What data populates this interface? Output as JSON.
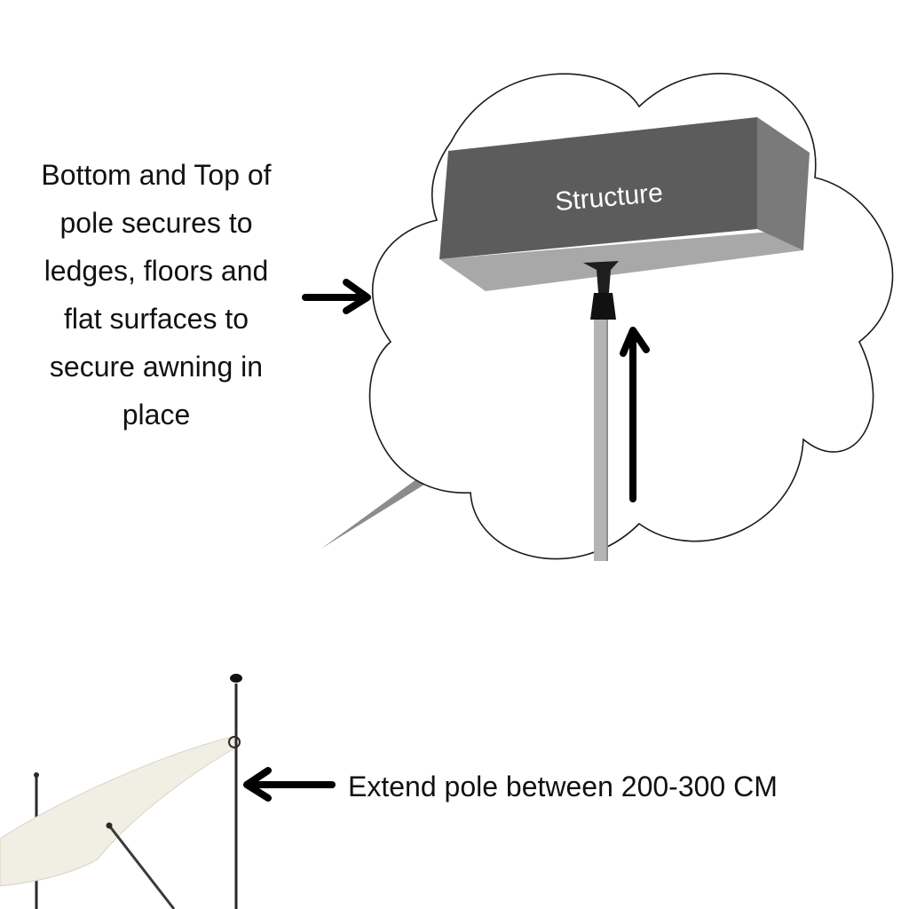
{
  "callout": {
    "structure_label": "Structure",
    "main_note_lines": [
      "Bottom and Top of",
      "pole secures to",
      "ledges, floors and",
      "flat surfaces to",
      "secure awning in",
      "place"
    ]
  },
  "pole_note": "Extend pole between 200-300 CM",
  "colors": {
    "structure_top": "#5c5c5c",
    "structure_bottom": "#a9a9a9",
    "pole": "#b4b4b4",
    "awning": "#f1eee4",
    "arrow": "#000000"
  }
}
